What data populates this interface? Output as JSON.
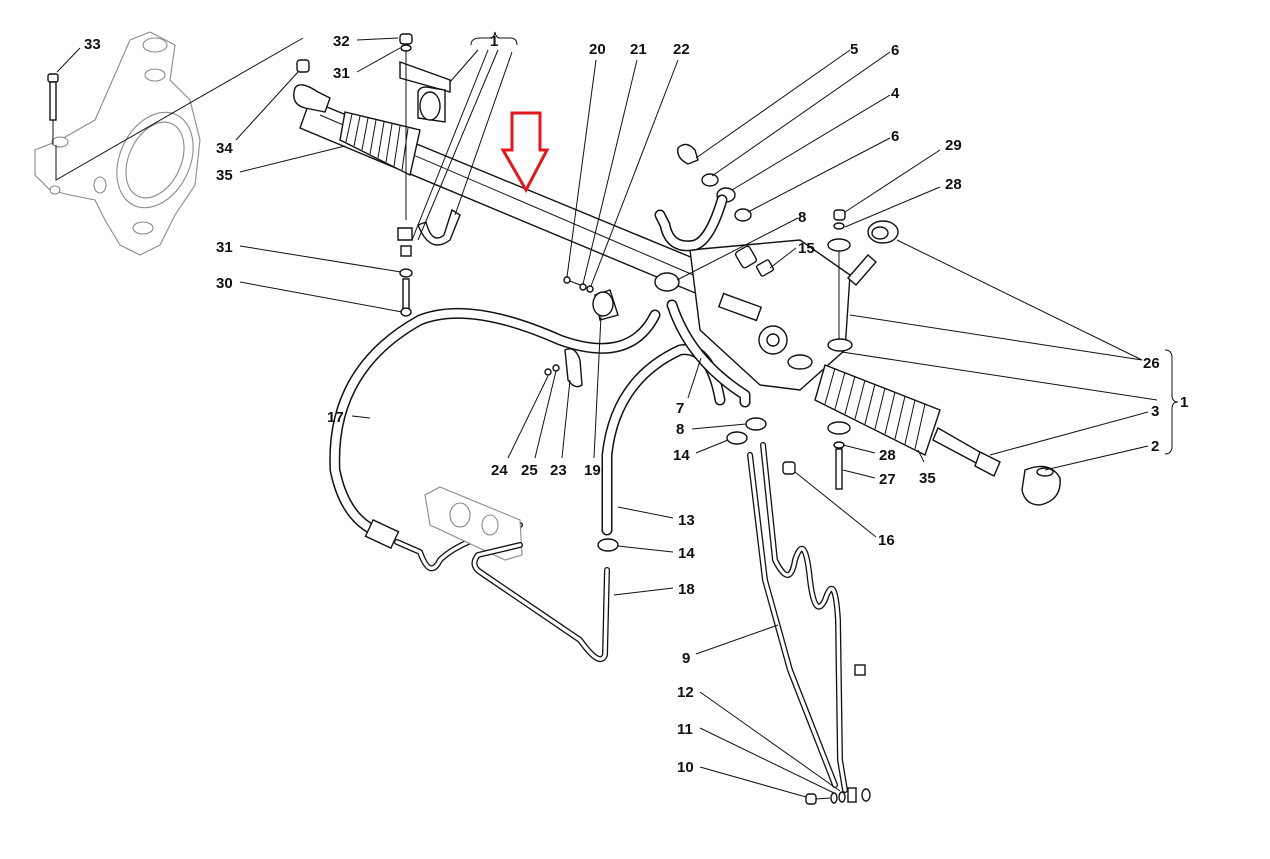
{
  "diagram": {
    "type": "exploded-parts-diagram",
    "subject": "steering rack and power steering hoses",
    "highlight_arrow": {
      "color": "#e0191f",
      "direction": "down"
    },
    "callouts": [
      {
        "id": "c33",
        "label": "33"
      },
      {
        "id": "c32",
        "label": "32"
      },
      {
        "id": "c31a",
        "label": "31"
      },
      {
        "id": "c1top",
        "label": "1"
      },
      {
        "id": "c34",
        "label": "34"
      },
      {
        "id": "c35a",
        "label": "35"
      },
      {
        "id": "c31b",
        "label": "31"
      },
      {
        "id": "c30",
        "label": "30"
      },
      {
        "id": "c20",
        "label": "20"
      },
      {
        "id": "c21",
        "label": "21"
      },
      {
        "id": "c22",
        "label": "22"
      },
      {
        "id": "c5",
        "label": "5"
      },
      {
        "id": "c6a",
        "label": "6"
      },
      {
        "id": "c4",
        "label": "4"
      },
      {
        "id": "c6b",
        "label": "6"
      },
      {
        "id": "c29",
        "label": "29"
      },
      {
        "id": "c28a",
        "label": "28"
      },
      {
        "id": "c8a",
        "label": "8"
      },
      {
        "id": "c15",
        "label": "15"
      },
      {
        "id": "c26",
        "label": "26"
      },
      {
        "id": "c1right",
        "label": "1"
      },
      {
        "id": "c3",
        "label": "3"
      },
      {
        "id": "c2",
        "label": "2"
      },
      {
        "id": "c17",
        "label": "17"
      },
      {
        "id": "c24",
        "label": "24"
      },
      {
        "id": "c25",
        "label": "25"
      },
      {
        "id": "c23",
        "label": "23"
      },
      {
        "id": "c19",
        "label": "19"
      },
      {
        "id": "c7",
        "label": "7"
      },
      {
        "id": "c8b",
        "label": "8"
      },
      {
        "id": "c14a",
        "label": "14"
      },
      {
        "id": "c28b",
        "label": "28"
      },
      {
        "id": "c27",
        "label": "27"
      },
      {
        "id": "c35b",
        "label": "35"
      },
      {
        "id": "c16",
        "label": "16"
      },
      {
        "id": "c13",
        "label": "13"
      },
      {
        "id": "c14b",
        "label": "14"
      },
      {
        "id": "c18",
        "label": "18"
      },
      {
        "id": "c9",
        "label": "9"
      },
      {
        "id": "c12",
        "label": "12"
      },
      {
        "id": "c11",
        "label": "11"
      },
      {
        "id": "c10",
        "label": "10"
      }
    ]
  }
}
